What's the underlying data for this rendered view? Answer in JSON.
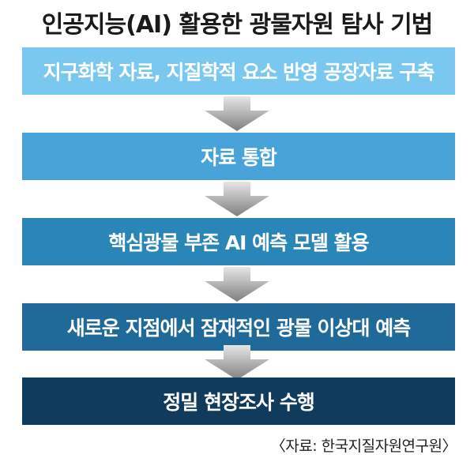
{
  "title": "인공지능(AI) 활용한 광물자원 탐사 기법",
  "steps": [
    {
      "label": "지구화학 자료, 지질학적 요소 반영 공장자료 구축",
      "color": "#7ac8f0"
    },
    {
      "label": "자료 통합",
      "color": "#48a3d8"
    },
    {
      "label": "핵심광물 부존 AI 예측 모델 활용",
      "color": "#2b86b8"
    },
    {
      "label": "새로운 지점에서 잠재적인 광물 이상대 예측",
      "color": "#1f6a98"
    },
    {
      "label": "정밀 현장조사 수행",
      "color": "#113b5c"
    }
  ],
  "source": "〈자료: 한국지질자원연구원〉"
}
